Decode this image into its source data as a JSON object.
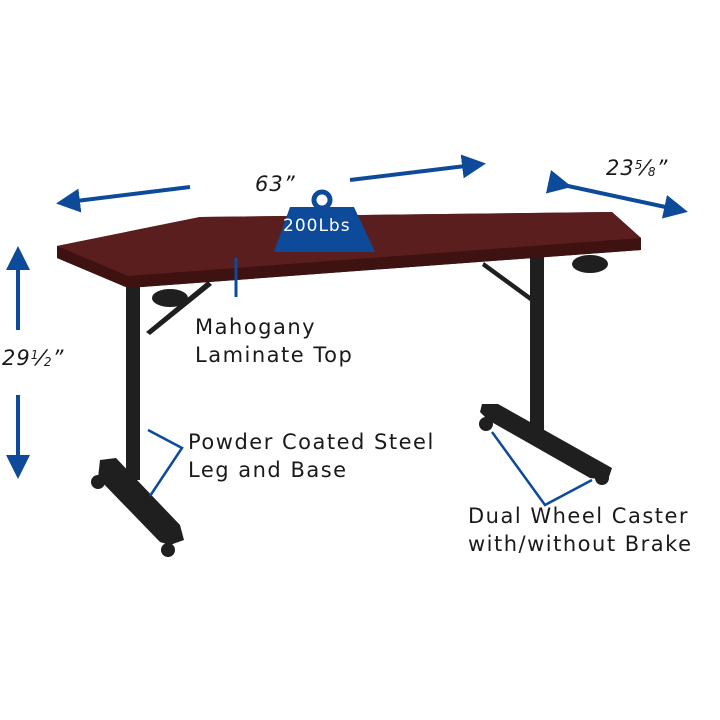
{
  "colors": {
    "accent": "#0d4a9a",
    "tabletop": "#5b1e1e",
    "frame": "#1f1f1f"
  },
  "dimensions": {
    "width": {
      "whole": "63",
      "unit": "”"
    },
    "depth": {
      "whole": "23",
      "num": "5",
      "slash": "⁄",
      "den": "8",
      "unit": "”"
    },
    "height": {
      "whole": "29",
      "num": "1",
      "slash": "⁄",
      "den": "2",
      "unit": "”"
    }
  },
  "weight_badge": {
    "label": "200Lbs",
    "icon": "weight-icon"
  },
  "callouts": {
    "top": [
      "Mahogany",
      "Laminate Top"
    ],
    "leg": [
      "Powder Coated Steel",
      "Leg and Base"
    ],
    "caster": [
      "Dual Wheel Caster",
      "with/without Brake"
    ]
  }
}
